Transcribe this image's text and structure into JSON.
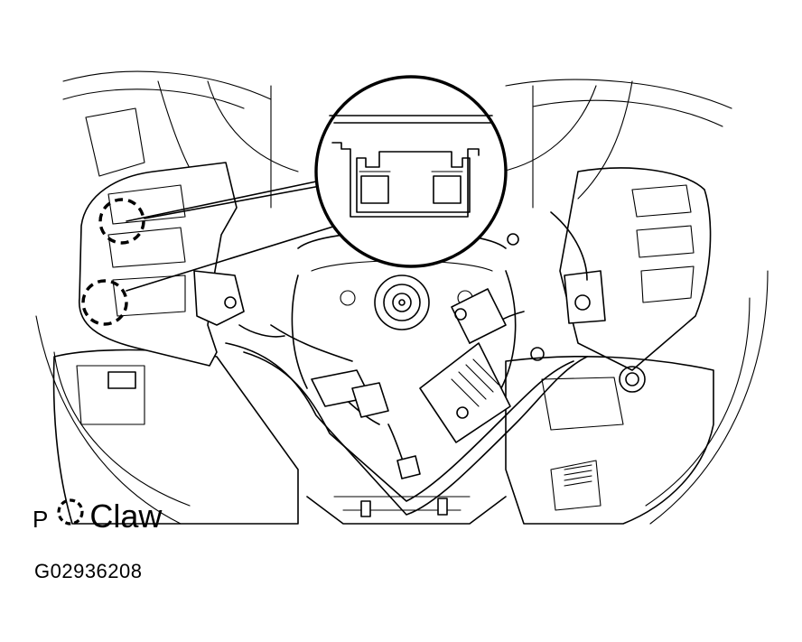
{
  "legend": {
    "marker": "P",
    "icon": "dashed-circle-icon",
    "label": "Claw"
  },
  "figure_id": "G02936208"
}
